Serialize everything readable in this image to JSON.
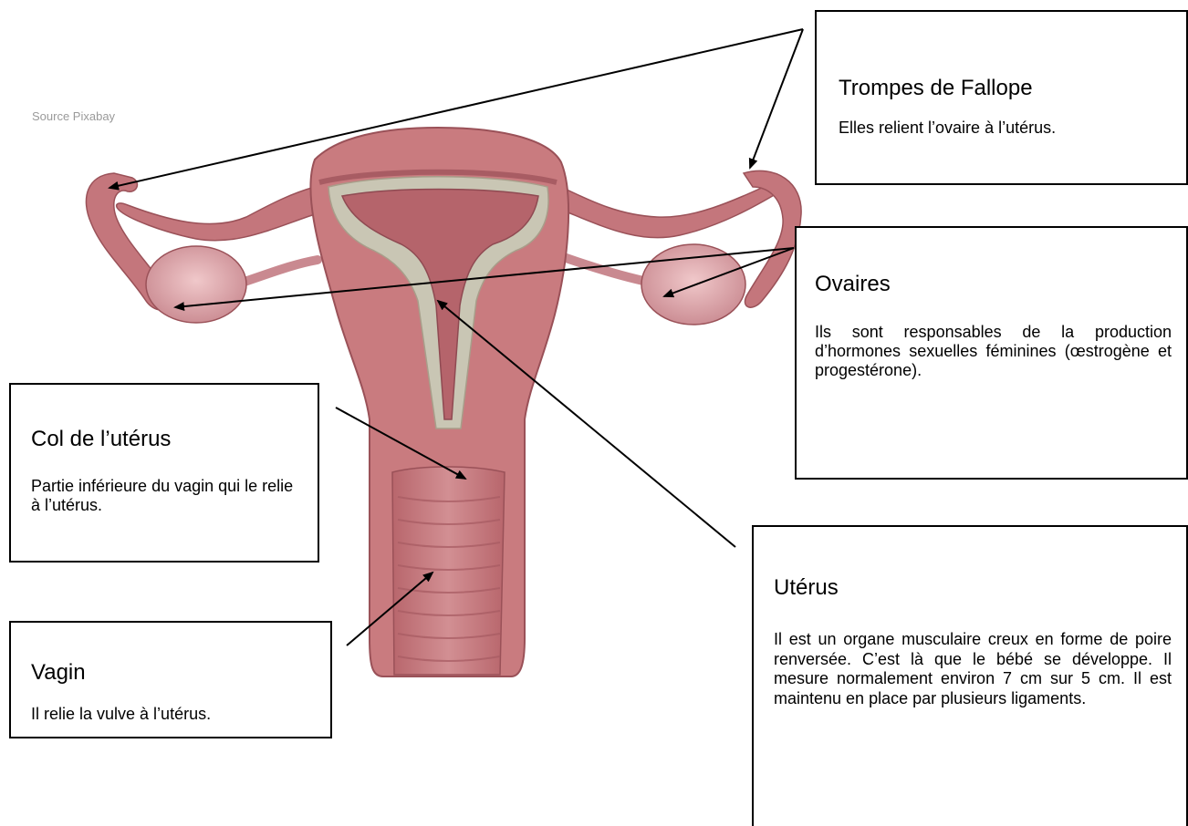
{
  "source": "Source Pixabay",
  "labels": {
    "trompes": {
      "title": "Trompes de Fallope",
      "desc": "Elles relient l’ovaire à l’utérus."
    },
    "ovaires": {
      "title": "Ovaires",
      "desc": "Ils sont responsables de la production d’hormones sexuelles féminines (œstrogène et progestérone)."
    },
    "col": {
      "title": "Col de l’utérus",
      "desc": "Partie inférieure du vagin qui le relie à l’utérus."
    },
    "vagin": {
      "title": "Vagin",
      "desc": "Il relie la vulve à l’utérus."
    },
    "uterus": {
      "title": "Utérus",
      "desc": "Il est un organe musculaire creux en forme de poire renversée. C’est là que le bébé se développe. Il mesure normalement environ 7 cm sur 5 cm. Il est maintenu en place par plusieurs ligaments."
    }
  },
  "colors": {
    "tissue": "#c97b7f",
    "tissue_dark": "#a85c63",
    "lining": "#c9c6b4",
    "ovary": "#e2aeb1",
    "arrow": "#000000"
  }
}
